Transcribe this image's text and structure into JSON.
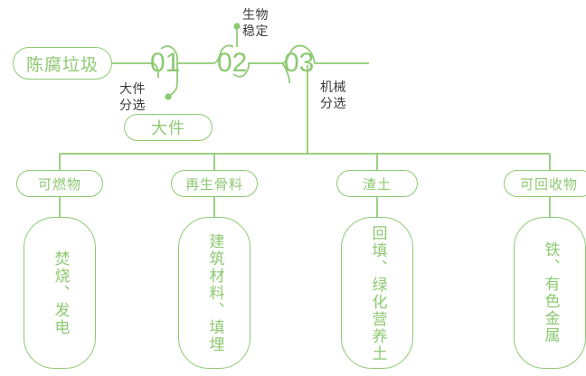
{
  "theme": {
    "accent": "#8dc971",
    "line": "#8dc971",
    "note_text": "#3b3b3b",
    "background": "#ffffff"
  },
  "diagram": {
    "type": "process-flow",
    "input_node": {
      "label": "陈腐垃圾"
    },
    "stages": [
      {
        "number": "01",
        "note": "大件\n分选",
        "output": "大件"
      },
      {
        "number": "02",
        "note": "生物\n稳定",
        "output": ""
      },
      {
        "number": "03",
        "note": "机械\n分选",
        "output": ""
      }
    ],
    "outputs": [
      {
        "category": "可燃物",
        "destination": "焚烧、发电"
      },
      {
        "category": "再生骨料",
        "destination": "建筑材料、填埋"
      },
      {
        "category": "渣土",
        "destination": "回填、绿化营养土"
      },
      {
        "category": "可回收物",
        "destination": "铁、有色金属"
      }
    ]
  }
}
